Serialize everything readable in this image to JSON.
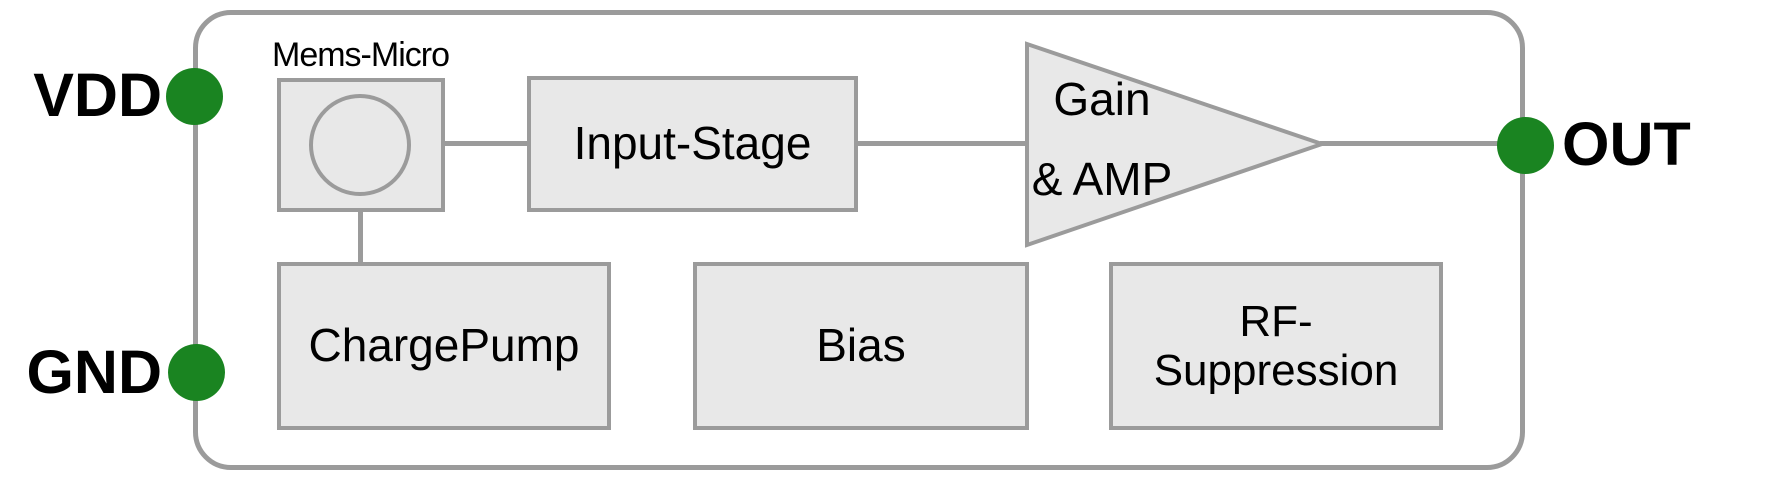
{
  "diagram": {
    "pins": [
      {
        "id": "vdd",
        "label": "VDD"
      },
      {
        "id": "gnd",
        "label": "GND"
      },
      {
        "id": "out",
        "label": "OUT"
      }
    ],
    "blocks": {
      "mems_micro_label": "Mems-Micro",
      "input_stage": "Input-Stage",
      "amp_line1": "Gain",
      "amp_line2": "& AMP",
      "charge_pump": "ChargePump",
      "bias": "Bias",
      "rf_suppression_line1": "RF-",
      "rf_suppression_line2": "Suppression"
    },
    "colors": {
      "pin_green": "#1a8421",
      "box_fill": "#e8e8e8",
      "line_gray": "#9b9b9b",
      "text_black": "#000000"
    }
  }
}
